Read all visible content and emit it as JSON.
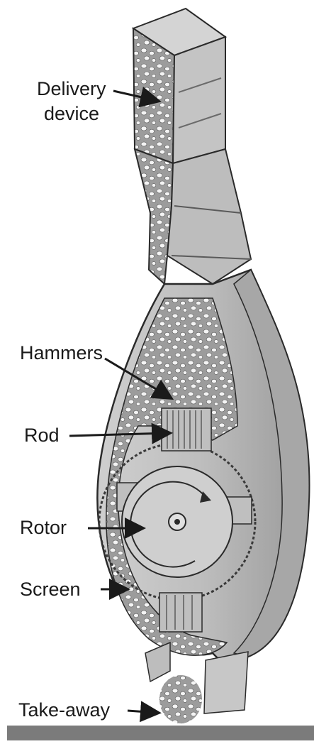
{
  "labels": {
    "delivery_line1": "Delivery",
    "delivery_line2": "device",
    "hammers": "Hammers",
    "rod": "Rod",
    "rotor": "Rotor",
    "screen": "Screen",
    "takeaway": "Take-away"
  },
  "colors": {
    "body": "#b9b9b9",
    "body_light": "#d6d6d6",
    "body_dark": "#8d8d8d",
    "outline": "#2a2a2a",
    "particle": "#ffffff",
    "rotor": "#c8c8c8",
    "bottom_bar": "#7b7b7b"
  }
}
